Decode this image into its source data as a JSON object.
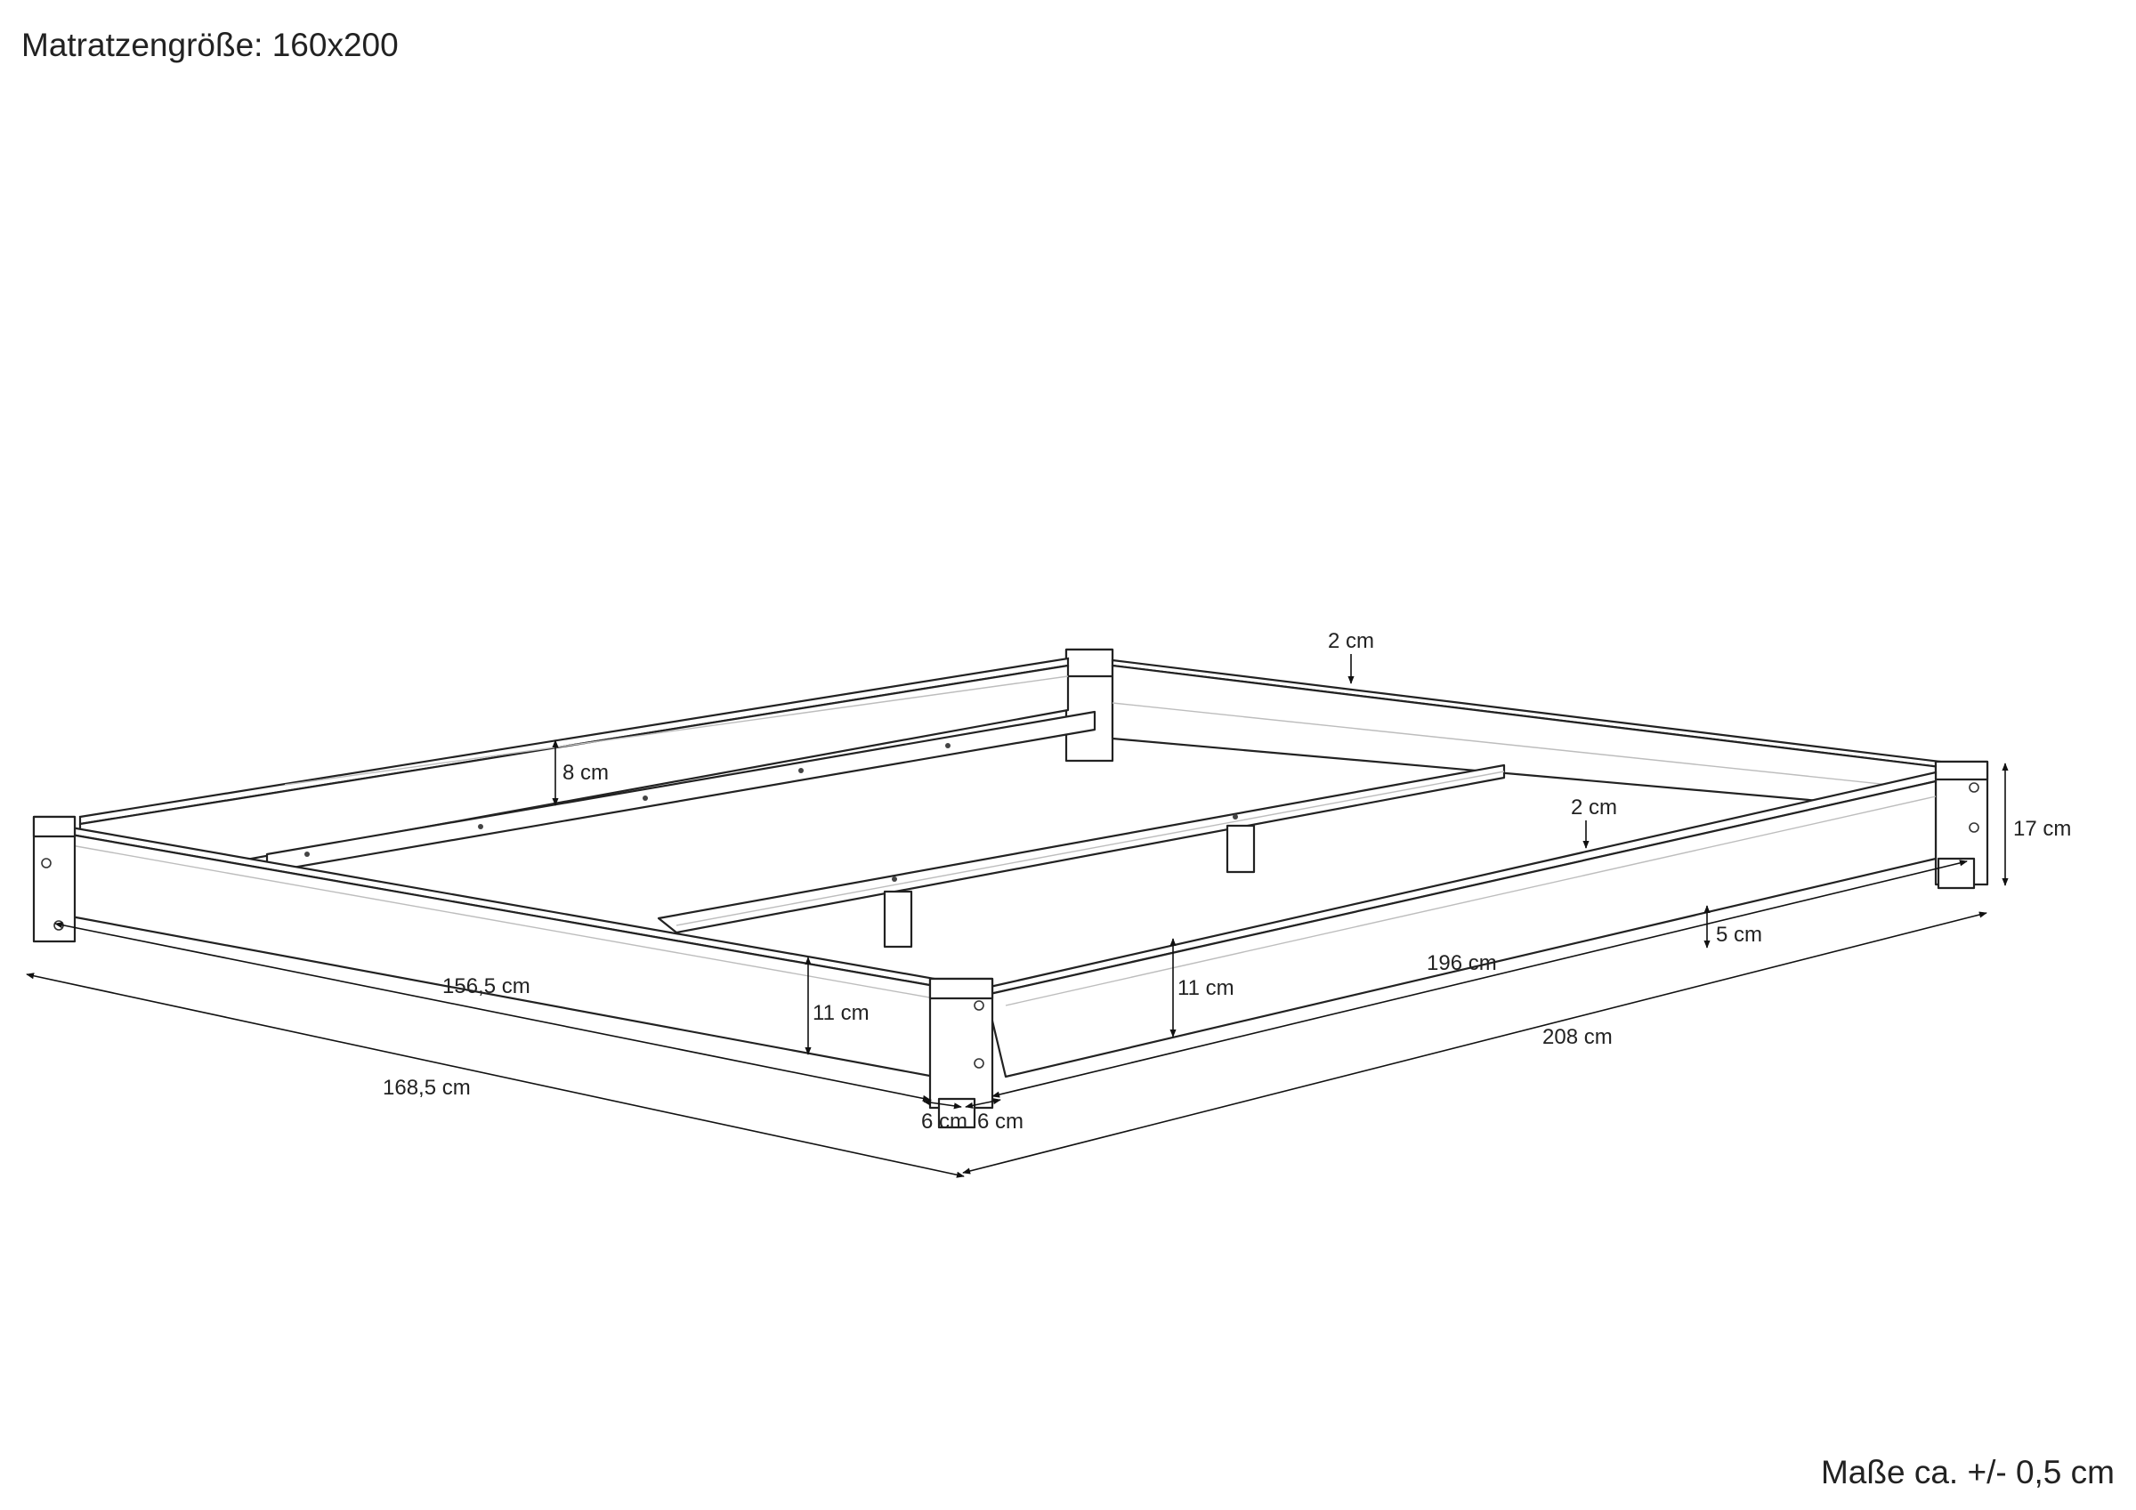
{
  "header": {
    "mattress_size": "Matratzengröße: 160x200",
    "tolerance_note": "Maße ca. +/- 0,5 cm"
  },
  "dimensions": {
    "back_rail_gap": "2 cm",
    "side_rail_height": "8 cm",
    "right_rail_gap": "2 cm",
    "corner_post_height": "17 cm",
    "foot_rail_inner_width": "156,5 cm",
    "foot_rail_height": "11 cm",
    "side_rail_front_height": "11 cm",
    "side_rail_inner_length": "196 cm",
    "leg_height": "5 cm",
    "overall_width": "168,5 cm",
    "overall_length": "208 cm",
    "post_depth_left": "6 cm",
    "post_depth_right": "6 cm"
  },
  "colors": {
    "line": "#222222",
    "background": "#ffffff"
  }
}
